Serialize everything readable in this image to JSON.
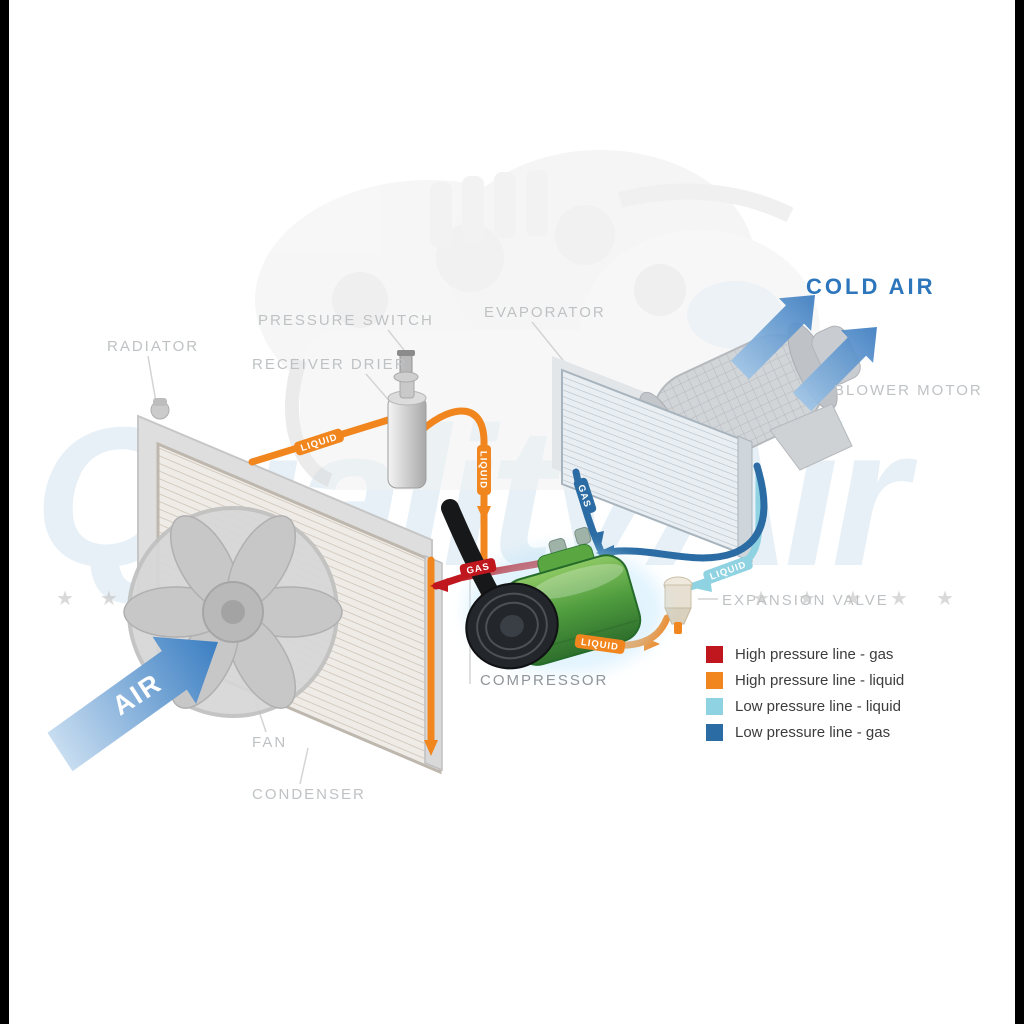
{
  "watermark": {
    "text": "QualityAir"
  },
  "icons": {
    "star": "★"
  },
  "labels": {
    "radiator": "RADIATOR",
    "pressure_switch": "PRESSURE SWITCH",
    "receiver_drier": "RECEIVER DRIER",
    "evaporator": "EVAPORATOR",
    "blower_motor": "BLOWER MOTOR",
    "cold_air": "COLD AIR",
    "expansion_valve": "EXPANSION VALVE",
    "compressor": "COMPRESSOR",
    "fan": "FAN",
    "condenser": "CONDENSER",
    "air": "AIR"
  },
  "line_labels": {
    "liquid": "LIQUID",
    "gas": "GAS"
  },
  "colors": {
    "high_pressure_gas": "#c0161d",
    "high_pressure_liquid": "#f1861f",
    "low_pressure_liquid": "#8fd2e2",
    "low_pressure_gas": "#2a6ca3",
    "cold_air_text": "#2d76bc"
  },
  "legend": {
    "items": [
      {
        "label": "High pressure line - gas",
        "color": "#c0161d"
      },
      {
        "label": "High pressure line - liquid",
        "color": "#f1861f"
      },
      {
        "label": "Low pressure line - liquid",
        "color": "#8fd2e2"
      },
      {
        "label": "Low pressure line -  gas",
        "color": "#2a6ca3"
      }
    ]
  }
}
